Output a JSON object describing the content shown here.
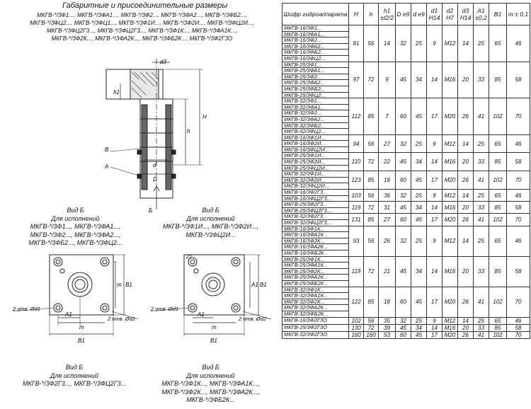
{
  "title": "Габаритные и присоединительные размеры",
  "subtitles": [
    "МКГВ-*/3Ф1..., МКГВ-*/3ФА1..., МКГВ-*/3Ф2..., МКГВ-*/3ФА2..., МКГВ-*/3ФБ2...,",
    "МКГВ-*/3ФЦ2..., МКГВ-*/3ФЦ1..., МКГВ-*/3Ф1И..., МКГВ-*/3Ф2И..., МКГВ-*/3ФЦ2И...,",
    "МКГВ-*/3ФЦ2Г3..., МКГВ-*/3ФЦ2Г3..., МКГВ-*/3Ф1К..., МКГВ-*/3ФА1К...,",
    "МКГВ-*/3Ф2К..., МКГВ-*/3ФА2К..., МКГВ-*/3ФБ2К..., МКГВ-*/3Ф2Г3О"
  ],
  "section_labels": {
    "d3": "d3",
    "h1": "h1",
    "H": "H",
    "h": "h",
    "B": "B",
    "A": "A",
    "d": "d",
    "D": "D",
    "arrow_b": "Б"
  },
  "views": [
    {
      "lines": [
        "Вид Б",
        "Для исполнений",
        "МКГВ-*/3Ф1..., МКГВ-*/3ФА1...,",
        "МКГВ-*/3Ф2..., МКГВ-*/3ФА2...,",
        "МКГВ-*/3ФБ2..., МКГВ-*/3ФЦ2..."
      ]
    },
    {
      "lines": [
        "Вид Б",
        "Для исполнений",
        "МКГВ-*/3Ф1И..., МКГВ-*/3Ф2И...,",
        "МКГВ-*/3ФЦ2И..."
      ]
    },
    {
      "lines": [
        "Вид Б",
        "Для исполнений",
        "МКГВ-*/3Ф2Г3..., МКГВ-*/3ФЦ2Г3..."
      ]
    },
    {
      "lines": [
        "Вид Б",
        "Для исполнений",
        "МКГВ-*/3Ф1К..., МКГВ-*/3ФА1К...,",
        "МКГВ-*/3Ф2К..., МКГВ-*/3ФА2К...,",
        "МКГВ-*/3ФБ2К..."
      ]
    }
  ],
  "plate_labels": {
    "hole1": "2 отв. Ød1",
    "hole2": "2 отв. Ød2",
    "A1": "A1",
    "m": "m",
    "B1": "B1",
    "Z1": "Z1"
  },
  "table": {
    "headers": [
      "Шифр гидроаппарата",
      "H",
      "h",
      "h1 ±t2/2",
      "D e9",
      "d e9",
      "d1 H14",
      "d2 H7",
      "d3 H14",
      "A1 ±0,2",
      "B1",
      "m ± 0,1"
    ],
    "groups": [
      {
        "names": [
          "МКГВ-16/3Ф1...",
          "МКГВ-16/3ФА1...",
          "МКГВ-16/3Ф2...",
          "МКГВ-16/3ФА2...",
          "МКГВ-16/3ФБ2...",
          "МКГВ-16/3ФЦ2..."
        ],
        "values": [
          "81",
          "56",
          "14",
          "32",
          "25",
          "9",
          "M12",
          "14",
          "25",
          "65",
          "46"
        ]
      },
      {
        "names": [
          "МКГВ-25/3Ф1...",
          "МКГВ-25/3ФА1...",
          "МКГВ-25/3Ф2...",
          "МКГВ-25/3ФА2...",
          "МКГВ-25/3ФБ2...",
          "МКГВ-25/3ФЦ2..."
        ],
        "values": [
          "97",
          "72",
          "9",
          "45",
          "34",
          "14",
          "M16",
          "20",
          "33",
          "85",
          "58"
        ]
      },
      {
        "names": [
          "МКГВ-32/3Ф1...",
          "МКГВ-32/3ФА1...",
          "МКГВ-32/3Ф2...",
          "МКГВ-32/3ФА2...",
          "МКГВ-32/3ФБ2...",
          "МКГВ-32/3ФЦ2..."
        ],
        "values": [
          "112",
          "85",
          "7",
          "60",
          "45",
          "17",
          "M20",
          "26",
          "41",
          "102",
          "70"
        ]
      },
      {
        "names": [
          "МКГВ-16/3Ф1И...",
          "МКГВ-16/3Ф2И...",
          "МКГВ-16/3ФЦ2И..."
        ],
        "values": [
          "94",
          "56",
          "27",
          "32",
          "25",
          "9",
          "M12",
          "14",
          "25",
          "65",
          "46"
        ]
      },
      {
        "names": [
          "МКГВ-25/3Ф1И...",
          "МКГВ-25/3Ф2И...",
          "МКГВ-25/3ФЦ2И..."
        ],
        "values": [
          "110",
          "72",
          "22",
          "45",
          "34",
          "14",
          "M16",
          "20",
          "33",
          "85",
          "58"
        ]
      },
      {
        "names": [
          "МКГВ-32/3Ф1И...",
          "МКГВ-32/3Ф2И...",
          "МКГВ-32/3ФЦ2И..."
        ],
        "values": [
          "123",
          "85",
          "18",
          "60",
          "45",
          "17",
          "M20",
          "26",
          "41",
          "102",
          "70"
        ]
      },
      {
        "names": [
          "МКГВ-16/3Ф2Г3...",
          "МКГВ-16/3ФЦ2Г3..."
        ],
        "values": [
          "103",
          "56",
          "36",
          "32",
          "25",
          "9",
          "M12",
          "14",
          "25",
          "65",
          "46"
        ]
      },
      {
        "names": [
          "МКГВ-25/3Ф2Г3...",
          "МКГВ-25/3ФЦ2Г3..."
        ],
        "values": [
          "119",
          "72",
          "31",
          "45",
          "34",
          "14",
          "M16",
          "20",
          "33",
          "85",
          "58"
        ]
      },
      {
        "names": [
          "МКГВ-32/3Ф2Г3...",
          "МКГВ-32/3ФЦ2Г3..."
        ],
        "values": [
          "131",
          "85",
          "27",
          "60",
          "45",
          "17",
          "M20",
          "26",
          "41",
          "102",
          "70"
        ]
      },
      {
        "names": [
          "МКГВ-16/3Ф1К...",
          "МКГВ-16/3ФА1К...",
          "МКГВ-16/3Ф2К...",
          "МКГВ-16/3ФА2К...",
          "МКГВ-16/3ФБ2К..."
        ],
        "values": [
          "93",
          "56",
          "26",
          "32",
          "25",
          "9",
          "M12",
          "14",
          "25",
          "65",
          "46"
        ]
      },
      {
        "names": [
          "МКГВ-25/3Ф1К...",
          "МКГВ-25/3ФА1К...",
          "МКГВ-25/3Ф2К...",
          "МКГВ-25/3ФА2К...",
          "МКГВ-25/3ФБ2К..."
        ],
        "values": [
          "119",
          "72",
          "21",
          "45",
          "34",
          "14",
          "M16",
          "20",
          "33",
          "85",
          "58"
        ]
      },
      {
        "names": [
          "МКГВ-32/3Ф1К...",
          "МКГВ-32/3ФА1К...",
          "МКГВ-32/3Ф2К...",
          "МКГВ-32/3ФА2К...",
          "МКГВ-32/3ФБ2К..."
        ],
        "values": [
          "122",
          "85",
          "18",
          "60",
          "45",
          "17",
          "M20",
          "26",
          "41",
          "102",
          "70"
        ]
      },
      {
        "names": [
          "МКГВ-16/3Ф2Г3О"
        ],
        "values": [
          "102",
          "56",
          "35",
          "32",
          "25",
          "9",
          "M12",
          "14",
          "25",
          "65",
          "46"
        ]
      },
      {
        "names": [
          "МКГВ-25/3Ф2Г3О"
        ],
        "values": [
          "130",
          "72",
          "39",
          "45",
          "34",
          "14",
          "M16",
          "20",
          "33",
          "85",
          "58"
        ]
      },
      {
        "names": [
          "МКГВ-32/3Ф2Г3О"
        ],
        "values": [
          "160",
          "160",
          "53",
          "60",
          "45",
          "17",
          "M20",
          "26",
          "41",
          "102",
          "70"
        ]
      }
    ]
  }
}
